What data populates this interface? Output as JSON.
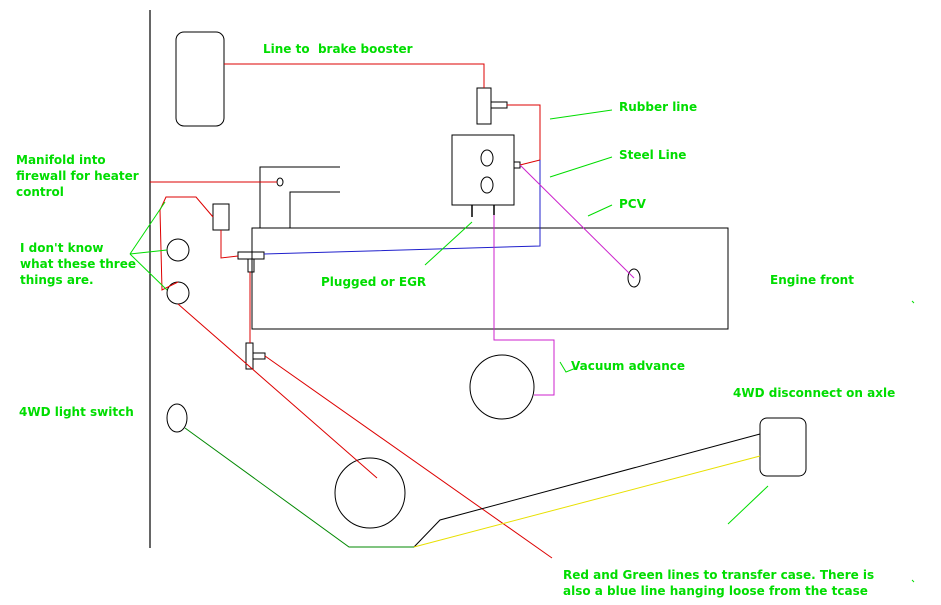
{
  "colors": {
    "label": "#00dd00",
    "black": "#000000",
    "red": "#dd0000",
    "blue": "#2020cc",
    "purple": "#cc22cc",
    "green": "#008800",
    "yellow": "#e8e000"
  },
  "labels": {
    "brake_booster": "Line to  brake booster",
    "rubber_line": "Rubber line",
    "steel_line": "Steel Line",
    "pcv": "PCV",
    "manifold_line1": "Manifold into",
    "manifold_line2": "firewall for heater",
    "manifold_line3": "control",
    "unknown_line1": "I don't know",
    "unknown_line2": "what these three",
    "unknown_line3": "things are.",
    "plugged_egr": "Plugged or EGR",
    "engine_front": "Engine front",
    "vacuum_advance": "Vacuum advance",
    "fourwd_disconnect": "4WD disconnect on axle",
    "fourwd_switch": "4WD light switch",
    "transfer_line1": "Red and Green lines to transfer case. There is",
    "transfer_line2": "also a blue line hanging loose from the tcase"
  }
}
